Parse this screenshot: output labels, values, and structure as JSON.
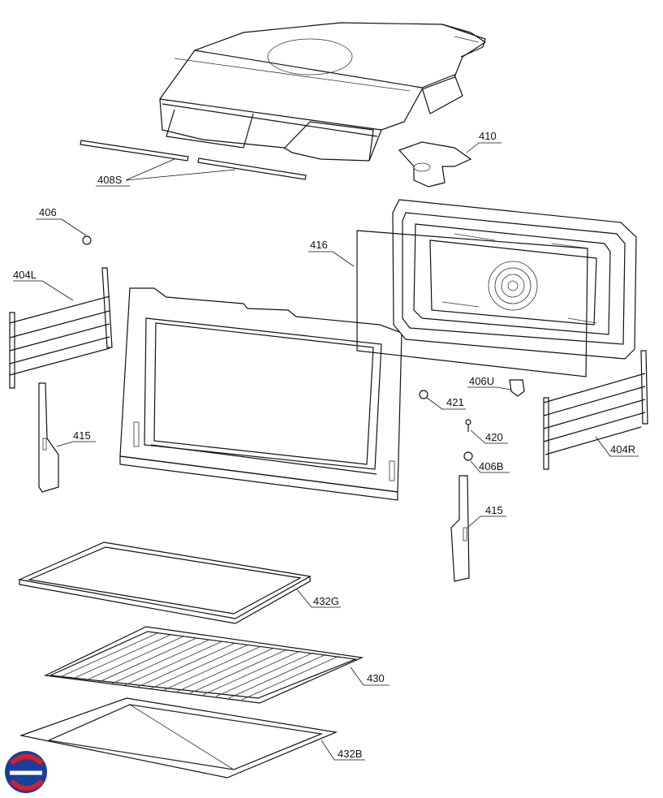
{
  "diagram": {
    "labels": {
      "l410": "410",
      "l408S": "408S",
      "l406": "406",
      "l416": "416",
      "l404L": "404L",
      "l415a": "415",
      "l406U": "406U",
      "l421": "421",
      "l420": "420",
      "l406B": "406B",
      "l404R": "404R",
      "l415b": "415",
      "l432G": "432G",
      "l430": "430",
      "l432B": "432B"
    },
    "logo": {
      "name": "brand-logo",
      "colors": [
        "#1a3e9c",
        "#d61f26"
      ]
    }
  }
}
